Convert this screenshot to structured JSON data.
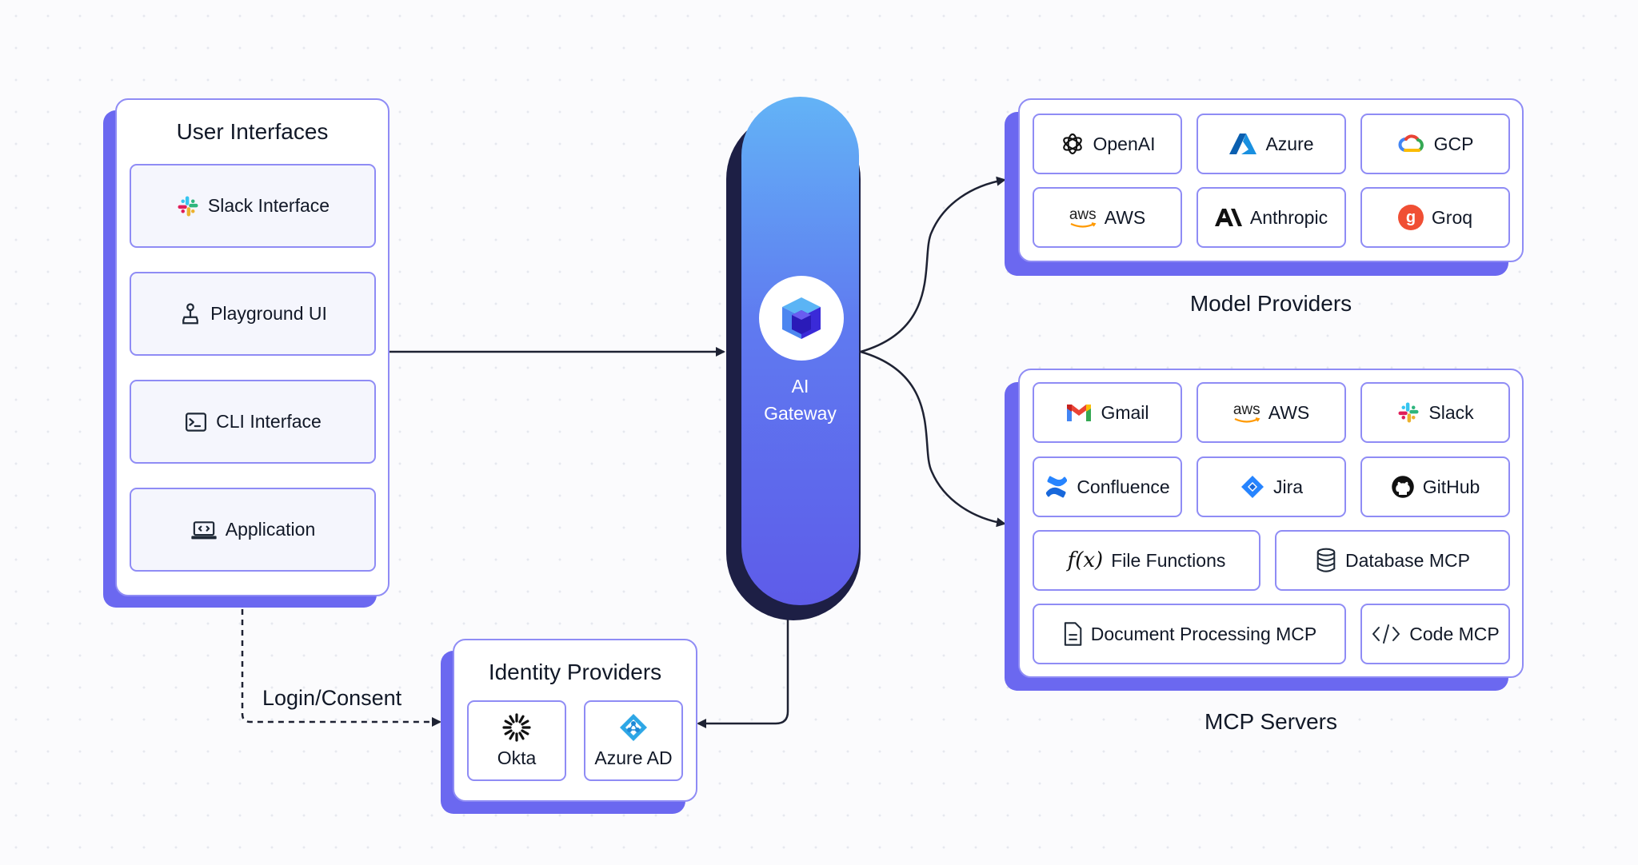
{
  "user_interfaces": {
    "title": "User Interfaces",
    "items": [
      {
        "label": "Slack Interface",
        "icon": "slack-icon"
      },
      {
        "label": "Playground UI",
        "icon": "joystick-icon"
      },
      {
        "label": "CLI Interface",
        "icon": "terminal-icon"
      },
      {
        "label": "Application",
        "icon": "laptop-code-icon"
      }
    ]
  },
  "gateway": {
    "line1": "AI",
    "line2": "Gateway",
    "icon": "cube-logo-icon"
  },
  "model_providers": {
    "title": "Model Providers",
    "items": [
      {
        "label": "OpenAI",
        "icon": "openai-icon"
      },
      {
        "label": "Azure",
        "icon": "azure-icon"
      },
      {
        "label": "GCP",
        "icon": "google-cloud-icon"
      },
      {
        "label": "AWS",
        "icon": "aws-icon",
        "icon_text": "aws"
      },
      {
        "label": "Anthropic",
        "icon": "anthropic-icon"
      },
      {
        "label": "Groq",
        "icon": "groq-icon",
        "icon_text": "g"
      }
    ]
  },
  "mcp_servers": {
    "title": "MCP Servers",
    "items": [
      {
        "label": "Gmail",
        "icon": "gmail-icon"
      },
      {
        "label": "AWS",
        "icon": "aws-icon",
        "icon_text": "aws"
      },
      {
        "label": "Slack",
        "icon": "slack-icon"
      },
      {
        "label": "Confluence",
        "icon": "confluence-icon"
      },
      {
        "label": "Jira",
        "icon": "jira-icon"
      },
      {
        "label": "GitHub",
        "icon": "github-icon"
      },
      {
        "label": "File Functions",
        "icon": "function-icon",
        "icon_text": "f(x)"
      },
      {
        "label": "Database MCP",
        "icon": "database-icon"
      },
      {
        "label": "Document Processing MCP",
        "icon": "document-icon"
      },
      {
        "label": "Code MCP",
        "icon": "code-icon"
      }
    ]
  },
  "identity_providers": {
    "title": "Identity Providers",
    "items": [
      {
        "label": "Okta",
        "icon": "okta-icon"
      },
      {
        "label": "Azure AD",
        "icon": "azure-ad-icon"
      }
    ]
  },
  "edges": {
    "login_consent": "Login/Consent"
  },
  "colors": {
    "accent": "#6b68f0",
    "card_border": "#8f8cf5",
    "arrow": "#1e2233",
    "gateway_top": "#63b3f6",
    "gateway_bottom": "#5e5ce9"
  }
}
